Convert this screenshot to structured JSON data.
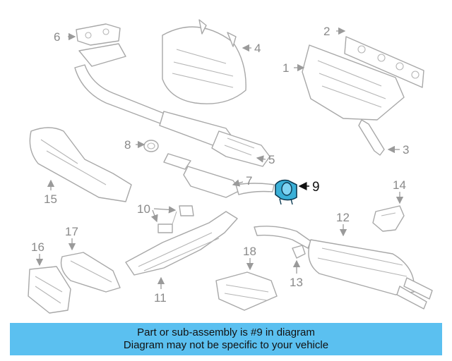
{
  "callouts": {
    "c1": "1",
    "c2": "2",
    "c3": "3",
    "c4": "4",
    "c5": "5",
    "c6": "6",
    "c7": "7",
    "c8": "8",
    "c9": "9",
    "c10": "10",
    "c11": "11",
    "c12": "12",
    "c13": "13",
    "c14": "14",
    "c15": "15",
    "c16": "16",
    "c17": "17",
    "c18": "18"
  },
  "highlight": {
    "part_number": "9",
    "color": "#3ab0d8"
  },
  "banner": {
    "line1": "Part or sub-assembly is #9 in diagram",
    "line2": "Diagram may not be specific to your vehicle",
    "background": "#5bc0f0"
  }
}
